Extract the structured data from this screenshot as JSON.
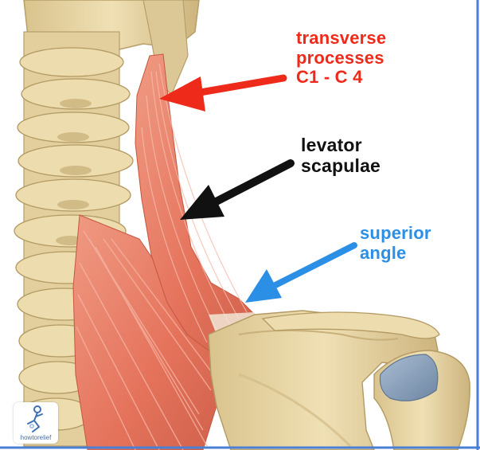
{
  "labels": {
    "transverse": {
      "lines": [
        "transverse",
        "processes",
        "C1 - C 4"
      ],
      "color": "#ee2a1a"
    },
    "levator": {
      "lines": [
        "levator",
        "scapulae"
      ],
      "color": "#111111"
    },
    "superior": {
      "lines": [
        "superior",
        "angle"
      ],
      "color": "#2b8fe6"
    }
  },
  "logo": {
    "text": "howtorelief",
    "icon": "stick-figure-icon"
  },
  "colors": {
    "bone": "#e8d6a4",
    "bone_shadow": "#c9b07a",
    "muscle": "#e8836d",
    "muscle_dark": "#c95a44",
    "arrow_red": "#ee2a1a",
    "arrow_black": "#111111",
    "arrow_blue": "#2b8fe6",
    "frame_blue": "#4a7fd6"
  }
}
